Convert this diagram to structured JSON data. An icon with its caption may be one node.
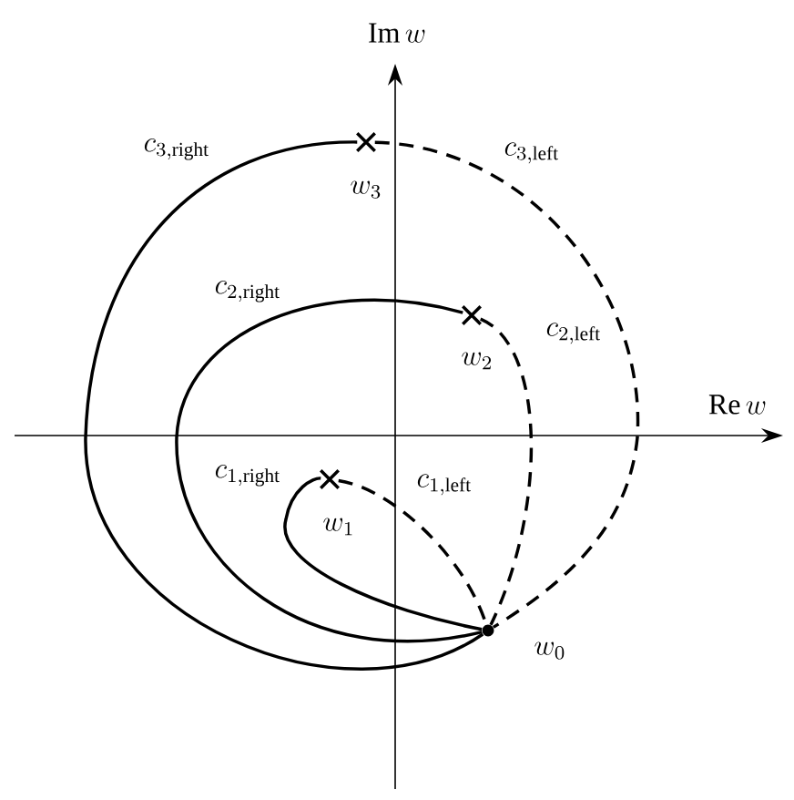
{
  "diagram": {
    "nodes": [
      {
        "text": [],
        "shape": "dot",
        "beside": [
          "w_0"
        ]
      },
      {
        "text": [],
        "shape": "cross",
        "beside": [
          "w_1"
        ]
      },
      {
        "text": [],
        "shape": "cross",
        "beside": [
          "w_2"
        ]
      },
      {
        "text": [],
        "shape": "cross",
        "beside": [
          "w_3"
        ]
      }
    ],
    "edges": [
      {
        "from": 0,
        "to": 1,
        "arrow": "none",
        "label": "c_{1,\\mathrm{right}}"
      },
      {
        "from": 1,
        "to": 0,
        "arrow": "none",
        "label": "c_{1,\\mathrm{left}}",
        "style": "dashed"
      },
      {
        "from": 0,
        "to": 2,
        "arrow": "none",
        "label": "c_{2,\\mathrm{right}}"
      },
      {
        "from": 2,
        "to": 0,
        "arrow": "none",
        "label": "c_{2,\\mathrm{left}}",
        "style": "dashed"
      },
      {
        "from": 0,
        "to": 3,
        "arrow": "none",
        "label": "c_{3,\\mathrm{right}}"
      },
      {
        "from": 3,
        "to": 0,
        "arrow": "none",
        "label": "c_{3,\\mathrm{left}}",
        "style": "dashed"
      }
    ],
    "labels": [
      "\\mathrm{Im}\\, w",
      "\\mathrm{Re}\\, w"
    ]
  }
}
